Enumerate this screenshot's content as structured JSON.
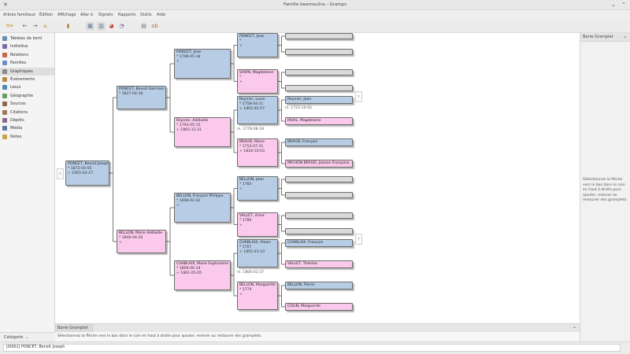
{
  "window": {
    "title": "Famille beamoulins - Gramps"
  },
  "menu": [
    "Arbres familiaux",
    "Édition",
    "Affichage",
    "Aller à",
    "Signets",
    "Rapports",
    "Outils",
    "Aide"
  ],
  "sidebar": {
    "items": [
      {
        "label": "Tableau de bord",
        "icon": "dashboard-icon",
        "color": "#6a8fb5"
      },
      {
        "label": "Individus",
        "icon": "person-icon",
        "color": "#7b6aa8"
      },
      {
        "label": "Relations",
        "icon": "relations-icon",
        "color": "#c46a4a"
      },
      {
        "label": "Familles",
        "icon": "family-icon",
        "color": "#6a8fc4"
      },
      {
        "label": "Graphiques",
        "icon": "chart-icon",
        "color": "#8a8a8a"
      },
      {
        "label": "Événements",
        "icon": "event-icon",
        "color": "#b58a4a"
      },
      {
        "label": "Lieux",
        "icon": "globe-icon",
        "color": "#4a8ab5"
      },
      {
        "label": "Géographie",
        "icon": "map-icon",
        "color": "#6a9a6a"
      },
      {
        "label": "Sources",
        "icon": "source-icon",
        "color": "#8a6a4a"
      },
      {
        "label": "Citations",
        "icon": "citation-icon",
        "color": "#9a7a5a"
      },
      {
        "label": "Dépôts",
        "icon": "repository-icon",
        "color": "#8a6a8a"
      },
      {
        "label": "Média",
        "icon": "media-icon",
        "color": "#5a7a9a"
      },
      {
        "label": "Notes",
        "icon": "note-icon",
        "color": "#c4a44a"
      }
    ],
    "active_index": 4,
    "category_label": "Catégorie"
  },
  "people": {
    "root": {
      "name": "PONCET, Benoit Joseph",
      "birth": "* 1872-04-05",
      "death": "+ 1955-04-27",
      "sex": "m"
    },
    "f": {
      "name": "PONCET, Benoit Germain",
      "birth": "* 1827-04-18",
      "death": "",
      "sex": "m"
    },
    "m": {
      "name": "BELLON, Marie Adélaïde",
      "birth": "* 1840-04-20",
      "death": "+",
      "sex": "f"
    },
    "ff": {
      "name": "PONCET, Jean",
      "birth": "* 1798-05-18",
      "death": "+",
      "sex": "m"
    },
    "fm": {
      "name": "Reynier, Adélaïde",
      "birth": "* 1793-05-15",
      "death": "+ 1865-12-31",
      "sex": "f"
    },
    "mf": {
      "name": "BELLON, François Philippe",
      "birth": "* 1808-02-02",
      "death": "+",
      "sex": "m"
    },
    "mm": {
      "name": "CHABLAIX, Marie Euphrosine",
      "birth": "* 1809-06-19",
      "death": "+ 1881-05-05",
      "sex": "f"
    },
    "fff": {
      "name": "PONCET, Jean",
      "birth": "*",
      "death": "+",
      "sex": "m"
    },
    "ffm": {
      "name": "SAVIN, Magdeleine",
      "birth": "*",
      "death": "+",
      "sex": "f"
    },
    "fmf": {
      "name": "Reynier, Louis",
      "birth": "* 1758-04-21",
      "death": "+ 1805-02-07",
      "sex": "m"
    },
    "fmm": {
      "name": "BRAUD, Marie",
      "birth": "* 1753-07-31",
      "death": "+ 1818-10-03",
      "sex": "f"
    },
    "mff": {
      "name": "BELLON, Jean",
      "birth": "* 1783",
      "death": "+",
      "sex": "m"
    },
    "mfm": {
      "name": "VALLET, Anne",
      "birth": "* 1786",
      "death": "+",
      "sex": "f"
    },
    "mmf": {
      "name": "CHABLAIX, Alexis",
      "birth": "* 1767",
      "death": "+ 1855-01-10",
      "sex": "m"
    },
    "mmm": {
      "name": "BELLON, Marguerite",
      "birth": "* 1774",
      "death": "+",
      "sex": "f"
    },
    "g5_fmff": {
      "name": "Reynier, Jean",
      "sex": "m"
    },
    "g5_fmfm": {
      "name": "RIVAL, Magdeleine",
      "sex": "f"
    },
    "g5_fmmf": {
      "name": "BRAUD, François",
      "sex": "m"
    },
    "g5_fmmm": {
      "name": "MICHON BRAUD, Jeanne Françoise",
      "sex": "f"
    },
    "g5_mmff": {
      "name": "CHABLAIX, François",
      "sex": "m"
    },
    "g5_mmfm": {
      "name": "VALLET, Thérèse",
      "sex": "f"
    },
    "g5_mmmf": {
      "name": "BELLON, Pierre",
      "sex": "m"
    },
    "g5_mmmm": {
      "name": "COLIN, Marguerite",
      "sex": "f"
    }
  },
  "marriages": {
    "fmf_fmm": "m. 1778-08-18",
    "fmff_fmfm": "m. 1723-10-02",
    "mmf_mmm": "m. 1800-01-27"
  },
  "bottom_gramplet": {
    "tab": "Barre Gramplet",
    "hint": "Sélectionnez la flèche vers le bas dans le coin en haut à droite pour ajouter, enlever ou restaurer des gramplets."
  },
  "right_gramplet": {
    "tab": "Barre Gramplet",
    "hint": "Sélectionnez la flèche vers le bas dans le coin en haut à droite pour ajouter, enlever ou restaurer des gramplets."
  },
  "status": "[I0001] PONCET, Benoit Joseph",
  "colors": {
    "male": "#b7cde5",
    "female": "#fac9eb",
    "empty": "#dbdbdb",
    "line": "#555555"
  }
}
